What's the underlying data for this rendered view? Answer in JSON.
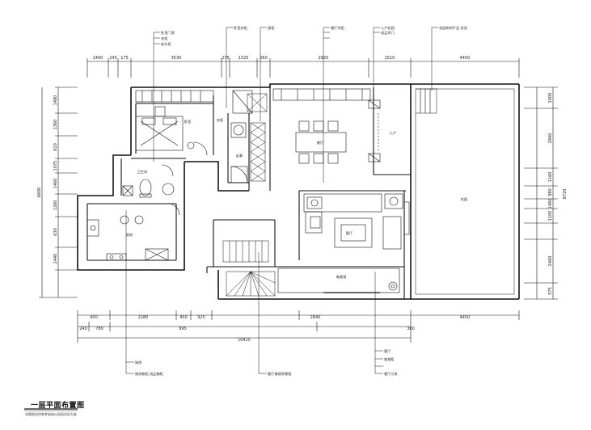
{
  "title": "一层平面布置图",
  "subtitle": "本图纸仅供参考具体以现场实际为准",
  "dims_top_outer": [
    "1400",
    "245",
    "175",
    "3530",
    "275",
    "1325",
    "260",
    "2920",
    "1510",
    "4450"
  ],
  "dims_bottom_1": [
    "900",
    "2280",
    "450",
    "925",
    "2840",
    "4450"
  ],
  "dims_bottom_2": [
    "240",
    "780",
    "995",
    "380"
  ],
  "dims_total_bottom": "10415",
  "dims_left": [
    "1480",
    "1360",
    "610",
    "1075",
    "1460",
    "1260",
    "630",
    "2440"
  ],
  "dims_left_total": "6600",
  "dims_right": [
    "1000",
    "2840",
    "1160",
    "980",
    "1460",
    "1100",
    "2460",
    "575"
  ],
  "dims_right_total": "8720",
  "top_labels": [
    "卧室门洞",
    "衣柜",
    "床头柜",
    "卧室衣柜",
    "酒柜",
    "餐厅吊柜",
    "入户花园",
    "成品木门",
    "花园休闲平台 花池"
  ],
  "bottom_labels": [
    "厨房",
    "厨房橱柜 成品橱柜",
    "客厅电视背景墙",
    "客厅",
    "电视柜",
    "客厅沙发"
  ],
  "room_labels": {
    "bedroom": "卧室",
    "wardrobe": "衣柜",
    "bath": "卫生间",
    "corridor": "走廊",
    "dining": "餐厅",
    "kitchen": "厨房",
    "living": "客厅",
    "garden": "花园",
    "entry": "入户",
    "tv": "电视墙"
  }
}
